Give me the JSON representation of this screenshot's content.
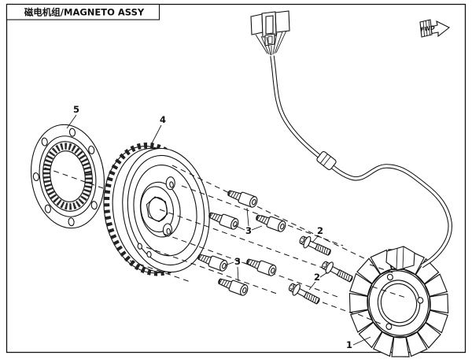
{
  "header": {
    "title": "磁电机组/MAGNETO ASSY"
  },
  "direction_indicator": {
    "label": "FWD"
  },
  "callouts": [
    {
      "part": "5",
      "label": "5"
    },
    {
      "part": "4",
      "label": "4"
    },
    {
      "part": "3",
      "label": "3"
    },
    {
      "part": "3",
      "label": "3"
    },
    {
      "part": "2",
      "label": "2"
    },
    {
      "part": "2",
      "label": "2"
    },
    {
      "part": "1",
      "label": "1"
    }
  ],
  "colors": {
    "line": "#111111",
    "background": "#ffffff"
  }
}
